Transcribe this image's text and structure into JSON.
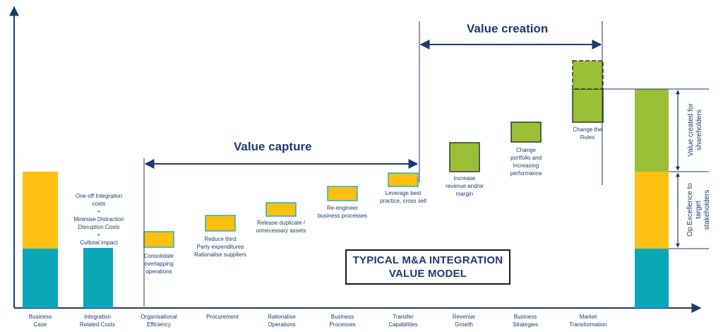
{
  "colors": {
    "axis": "#1f3a6e",
    "teal": "#0aa7b9",
    "orange": "#fdc010",
    "green": "#9bbf37",
    "box_border": "#22b1c7",
    "green_border": "#2d3b2e"
  },
  "title": [
    "TYPICAL M&A INTEGRATION",
    "VALUE MODEL"
  ],
  "value_capture_label": "Value capture",
  "value_creation_label": "Value creation",
  "categories": [
    "Business\nCase",
    "Integration\nRelated Costs",
    "Organisational\nEfficiency",
    "Procurement",
    "Rationalise\nOperations",
    "Business\nProcesses",
    "Transfer\nCapabilities",
    "Revenue\nGrowth",
    "Business\nStrategies",
    "Market\nTransformation"
  ],
  "descriptions": [
    "One-off Integration\ncosts\n+\nMinimise Distraction\nDisruption Costs\n+\nCultural impact",
    "Consolidate\noverlapping\noperations",
    "Reduce third\nParty expenditures\nRationalise suppliers",
    "Release duplicate /\nunnecessary assets",
    "Re-engineer\nbusiness processes",
    "Leverage best\npractice, cross sell",
    "Increase\nrevenue and/or\nmargin",
    "Change\nportfolio and\nincreasing\nperformance",
    "Change the\nRules"
  ],
  "right_labels": {
    "value_created": "Value created for\nshareholders",
    "op_excellence": "Op Excellence to\ntarget\nstakeholders"
  }
}
